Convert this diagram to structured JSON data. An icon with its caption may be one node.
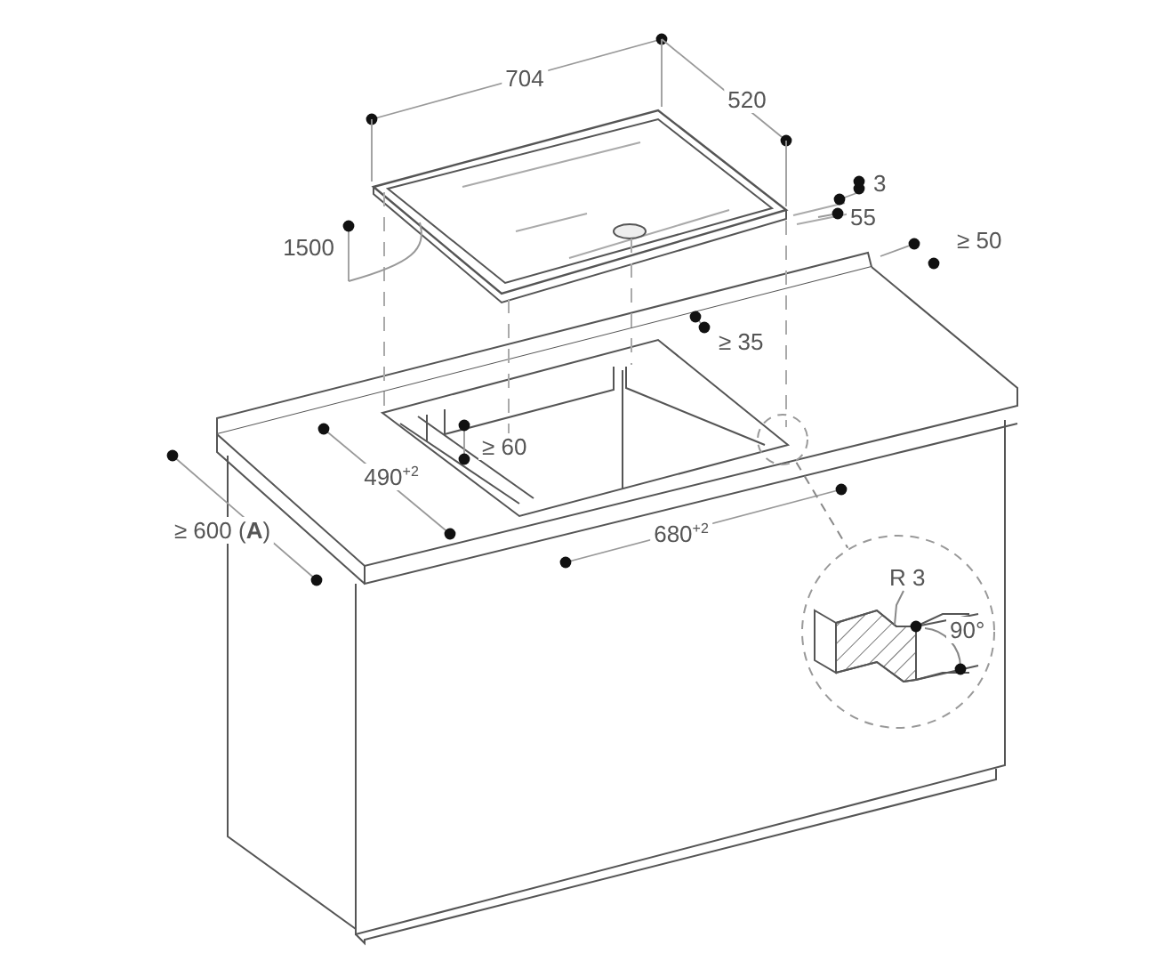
{
  "diagram": {
    "nodes": [
      {
        "text": [],
        "shape": "circle"
      },
      {
        "text": [],
        "shape": "circle"
      },
      {
        "text": [
          "R 3"
        ],
        "in": 1
      }
    ],
    "edges": [
      {
        "from": 0,
        "to": 1,
        "arrow": "none",
        "style": "dashed"
      },
      {
        "from": 2,
        "to": null,
        "arrow": "none"
      }
    ],
    "labels": [
      "704",
      "520",
      "3",
      "55",
      "1500",
      "≥ 50",
      "≥ 35",
      "≥ 60",
      "490$^{+2}$",
      "680$^{+2}$",
      "≥ 600 (**A**)",
      "90°"
    ]
  }
}
